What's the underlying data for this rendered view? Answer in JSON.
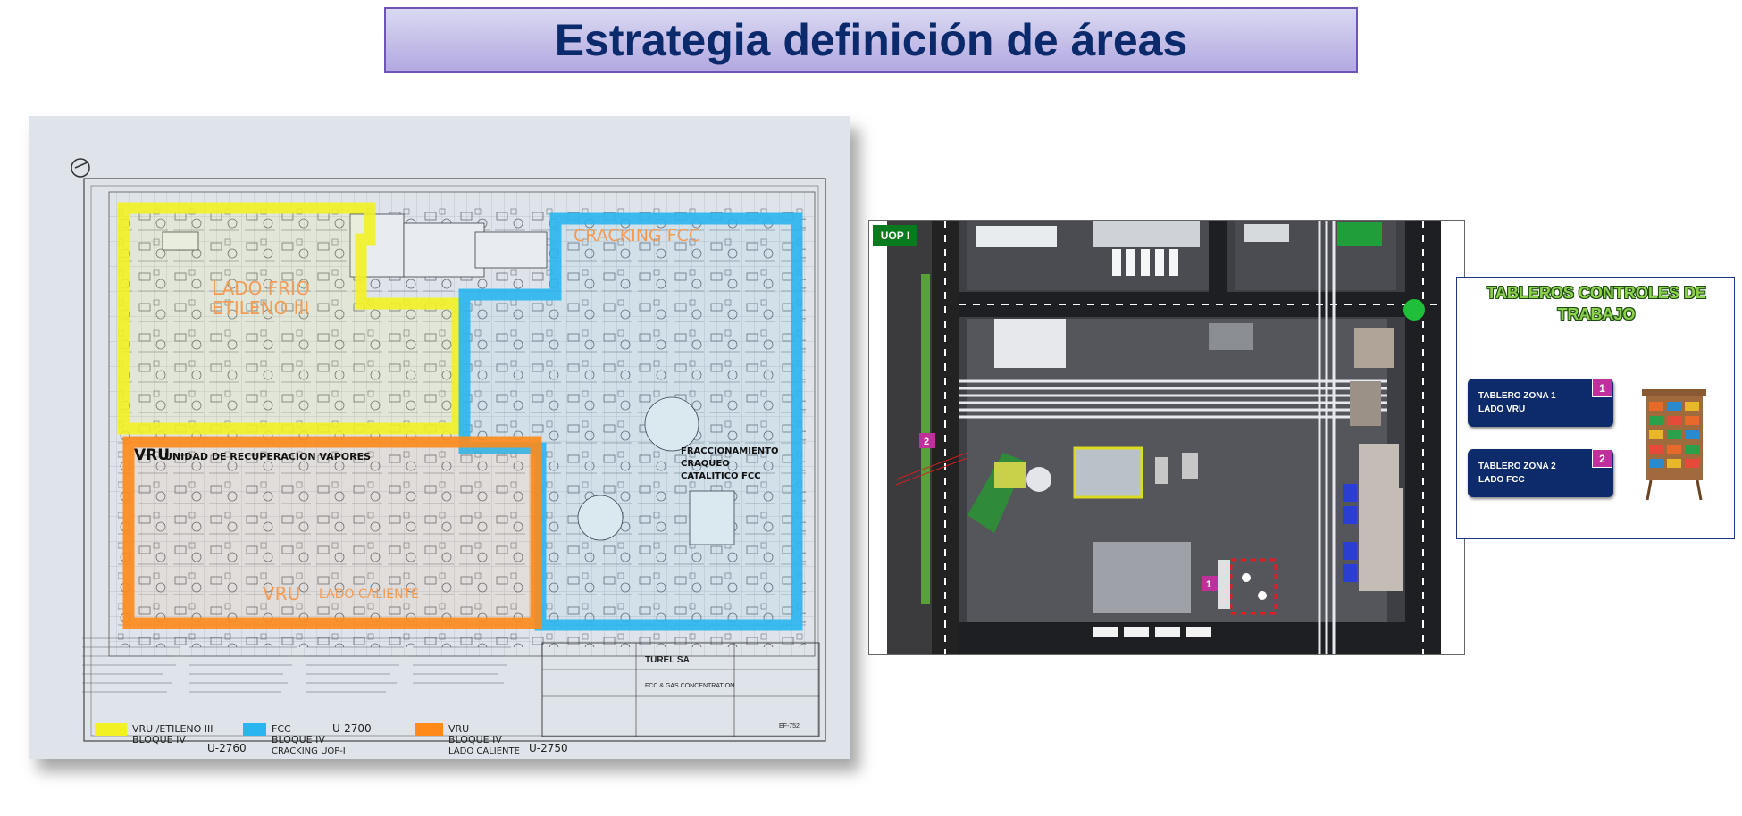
{
  "title": "Estrategia definición de áreas",
  "blueprint": {
    "area_labels": {
      "lado_frio": "LADO FRIO",
      "etileno": "ETILENO III",
      "cracking": "CRACKING FCC",
      "vru": "VRU",
      "unidad": "UNIDAD DE RECUPERACION  VAPORES",
      "fraccionamiento_1": "FRACCIONAMIENTO",
      "fraccionamiento_2": "CRAQUEO",
      "fraccionamiento_3": "CATALITICO   FCC",
      "vru_caliente_1": "VRU",
      "vru_caliente_2": "LADO CALIENTE"
    },
    "legend": [
      {
        "color": "#f2f223",
        "line1": "VRU /ETILENO III",
        "line2": "BLOQUE IV",
        "code": "U-2760"
      },
      {
        "color": "#29b6f0",
        "line1": "FCC",
        "line2": "BLOQUE IV",
        "line3": "CRACKING UOP-I",
        "code": "U-2700"
      },
      {
        "color": "#ff8a1a",
        "line1": "VRU",
        "line2": "BLOQUE IV",
        "line3": "LADO CALIENTE",
        "code": "U-2750"
      }
    ],
    "title_block": {
      "company": "TUREL SA",
      "project": "FCC & GAS CONCENTRATION",
      "sheet": "EF-752"
    }
  },
  "plant": {
    "badge": "UOP I",
    "markers": [
      "2",
      "1"
    ]
  },
  "panel": {
    "title": "TABLEROS CONTROLES DE TRABAJO",
    "zones": [
      {
        "line1": "TABLERO ZONA 1",
        "line2": "LADO VRU",
        "num": "1"
      },
      {
        "line1": "TABLERO ZONA 2",
        "line2": "LADO FCC",
        "num": "2"
      }
    ]
  },
  "colors": {
    "yellow": "#f2f223",
    "blue": "#29b6f0",
    "orange": "#ff8a1a",
    "title_text": "#0b2a6b"
  }
}
